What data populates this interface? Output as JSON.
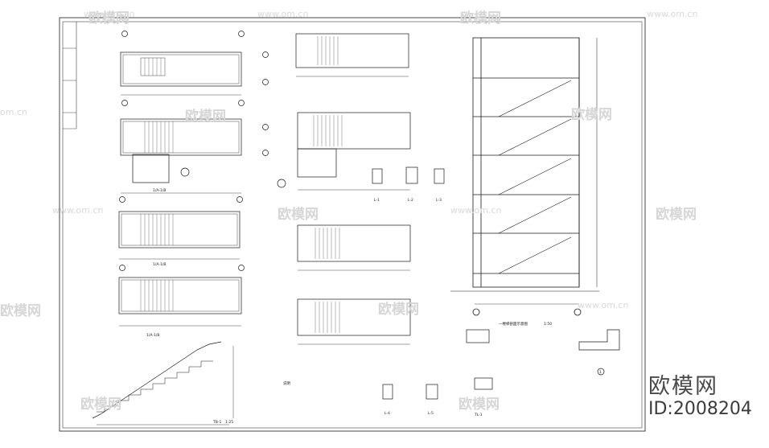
{
  "brand": {
    "name": "欧模网",
    "id": "ID:2008204"
  },
  "watermark": {
    "site": "www.om.cn",
    "name": "欧模网",
    "domain_fragment": "om.cn"
  },
  "labels": {
    "sec_a": "1/A-1/B",
    "sec_b": "1/A-1/B",
    "sec_c": "1/A-1/B",
    "stair_tb1": "TB-1",
    "scale_a": "1:25",
    "beam_l1": "L-1",
    "beam_l2": "L-2",
    "beam_l3": "L-3",
    "beam_l4": "L-4",
    "beam_l5": "L-5",
    "beam_tl1": "TL-1",
    "section_title": "一楼梯剖面示意图",
    "section_scale": "1:50",
    "notes_title": "说明",
    "detail_no": "1"
  },
  "colors": {
    "line": "#1a1a1a",
    "wm": "#d4d4d4",
    "brand": "#4a4a4a"
  }
}
